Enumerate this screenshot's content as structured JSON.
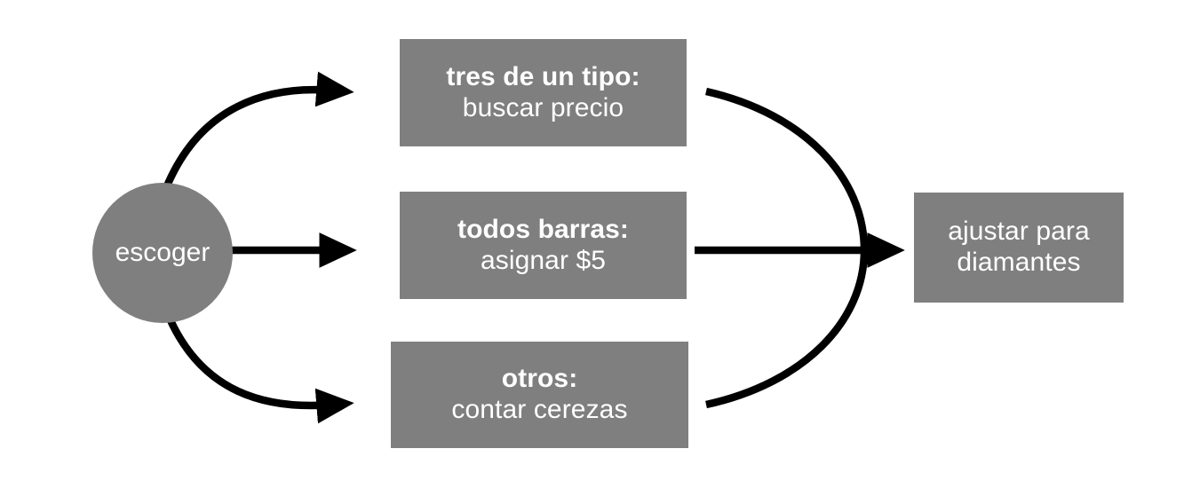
{
  "diagram": {
    "title_text": "",
    "colors": {
      "node_fill": "#7f7f7f",
      "node_text": "#ffffff",
      "arrow": "#000000",
      "background": "#ffffff"
    },
    "start_node": {
      "label": "escoger",
      "shape": "circle"
    },
    "branches": [
      {
        "id": "three-of-kind",
        "condition": "tres de un tipo:",
        "action": "buscar precio"
      },
      {
        "id": "all-bars",
        "condition": "todos barras:",
        "action": "asignar $5"
      },
      {
        "id": "others",
        "condition": "otros:",
        "action": "contar cerezas"
      }
    ],
    "end_node": {
      "line1": "ajustar para",
      "line2": "diamantes"
    },
    "connectors": [
      {
        "name": "branch-arrow-top",
        "from": "escoger",
        "to": "tres de un tipo",
        "style": "curved"
      },
      {
        "name": "branch-arrow-middle",
        "from": "escoger",
        "to": "todos barras",
        "style": "straight"
      },
      {
        "name": "branch-arrow-bottom",
        "from": "escoger",
        "to": "otros",
        "style": "curved"
      },
      {
        "name": "merge-curve",
        "from": "branches",
        "to": "ajustar para diamantes",
        "style": "bracket"
      },
      {
        "name": "merge-arrow",
        "from": "branches",
        "to": "ajustar para diamantes",
        "style": "straight"
      }
    ]
  }
}
